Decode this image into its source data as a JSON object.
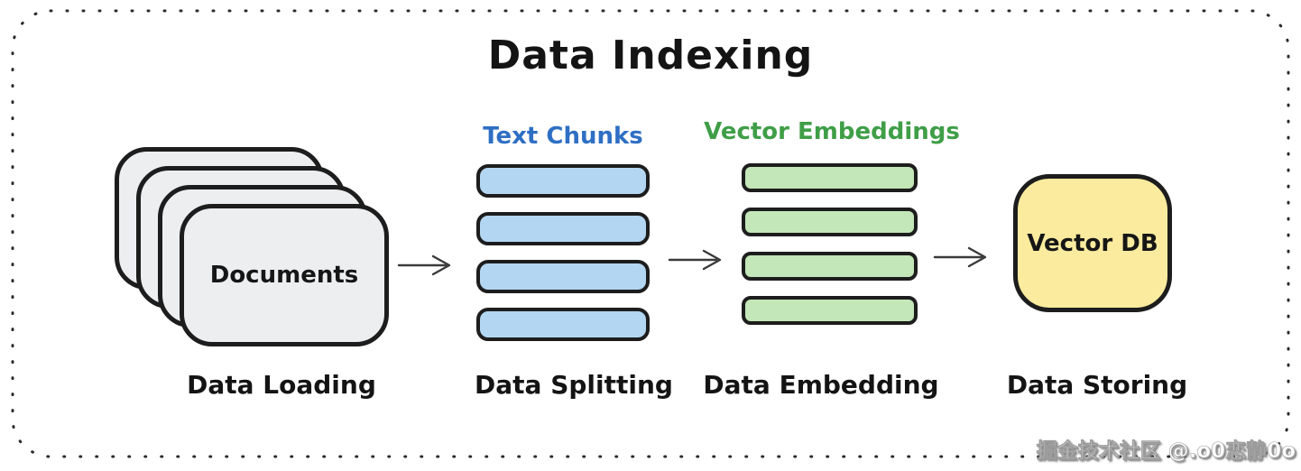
{
  "title": "Data Indexing",
  "stages": [
    {
      "id": "loading",
      "box_text": "Documents",
      "label": "Data Loading"
    },
    {
      "id": "splitting",
      "heading": "Text Chunks",
      "label": "Data Splitting",
      "bar_count": 4
    },
    {
      "id": "embedding",
      "heading": "Vector Embeddings",
      "label": "Data Embedding",
      "bar_count": 4
    },
    {
      "id": "storing",
      "box_text": "Vector DB",
      "label": "Data Storing"
    }
  ],
  "watermark": {
    "text": "掘金技术社区 @.o0恋静0o"
  },
  "colors": {
    "chunk_fill": "#b3d7f3",
    "chunk_heading": "#2e6fc4",
    "embed_fill": "#c3e7b8",
    "embed_heading": "#3f9e47",
    "db_fill": "#fbeb9e",
    "doc_fill": "#eceef0",
    "ink": "#1d1d1d"
  }
}
